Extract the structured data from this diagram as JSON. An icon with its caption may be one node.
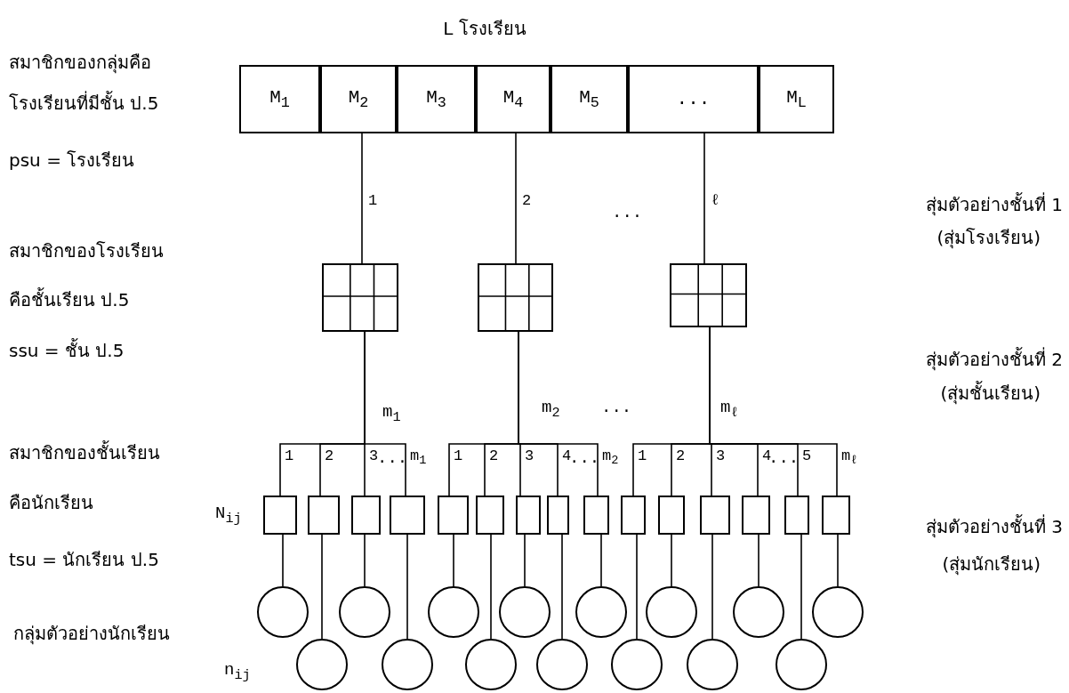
{
  "diagram": {
    "nodes": [
      {
        "text": [
          "M$_{1}$"
        ]
      },
      {
        "text": [
          "M$_{2}$"
        ]
      },
      {
        "text": [
          "M$_{3}$"
        ]
      },
      {
        "text": [
          "M$_{4}$"
        ]
      },
      {
        "text": [
          "M$_{5}$"
        ]
      },
      {
        "text": [
          "..."
        ]
      },
      {
        "text": [
          "M$_{L}$"
        ]
      },
      {
        "text": [],
        "shape": "box"
      },
      {
        "text": [],
        "shape": "box"
      },
      {
        "text": [],
        "shape": "box"
      },
      {
        "text": [],
        "shape": "box"
      },
      {
        "text": [],
        "shape": "box"
      },
      {
        "text": [],
        "shape": "box"
      },
      {
        "text": [],
        "shape": "box"
      },
      {
        "text": [],
        "shape": "box"
      },
      {
        "text": [],
        "shape": "box"
      },
      {
        "text": [],
        "shape": "box"
      },
      {
        "text": [],
        "shape": "box"
      },
      {
        "text": [],
        "shape": "box"
      },
      {
        "text": [],
        "shape": "box"
      },
      {
        "text": [],
        "shape": "box"
      },
      {
        "text": [],
        "shape": "box"
      },
      {
        "text": [],
        "shape": "box"
      },
      {
        "text": [],
        "shape": "box"
      },
      {
        "text": [],
        "shape": "box"
      },
      {
        "text": [],
        "shape": "circle"
      },
      {
        "text": [],
        "shape": "circle"
      },
      {
        "text": [],
        "shape": "circle"
      },
      {
        "text": [],
        "shape": "circle"
      },
      {
        "text": [],
        "shape": "circle"
      },
      {
        "text": [],
        "shape": "circle"
      },
      {
        "text": [],
        "shape": "circle"
      },
      {
        "text": [],
        "shape": "circle"
      },
      {
        "text": [],
        "shape": "circle"
      },
      {
        "text": [],
        "shape": "circle"
      },
      {
        "text": [],
        "shape": "circle"
      },
      {
        "text": [],
        "shape": "circle"
      },
      {
        "text": [],
        "shape": "circle"
      },
      {
        "text": [],
        "shape": "circle"
      },
      {
        "text": [],
        "shape": "circle"
      }
    ],
    "edges": [
      {
        "from": 1,
        "to": 7,
        "arrow": "none",
        "label": "1"
      },
      {
        "from": 3,
        "to": 8,
        "arrow": "none",
        "label": "2"
      },
      {
        "from": 5,
        "to": 9,
        "arrow": "none",
        "label": "ℓ"
      },
      {
        "from": 7,
        "to": 10,
        "arrow": "none",
        "label": "1"
      },
      {
        "from": 7,
        "to": 11,
        "arrow": "none",
        "label": "2"
      },
      {
        "from": 7,
        "to": 12,
        "arrow": "none",
        "label": "3"
      },
      {
        "from": 7,
        "to": 13,
        "arrow": "none",
        "label": "m$_{1}$"
      },
      {
        "from": 8,
        "to": 14,
        "arrow": "none",
        "label": "1"
      },
      {
        "from": 8,
        "to": 15,
        "arrow": "none",
        "label": "2"
      },
      {
        "from": 8,
        "to": 16,
        "arrow": "none",
        "label": "3"
      },
      {
        "from": 8,
        "to": 17,
        "arrow": "none",
        "label": "4"
      },
      {
        "from": 8,
        "to": 18,
        "arrow": "none",
        "label": "m$_{2}$"
      },
      {
        "from": 9,
        "to": 19,
        "arrow": "none",
        "label": "1"
      },
      {
        "from": 9,
        "to": 20,
        "arrow": "none",
        "label": "2"
      },
      {
        "from": 9,
        "to": 21,
        "arrow": "none",
        "label": "3"
      },
      {
        "from": 9,
        "to": 22,
        "arrow": "none",
        "label": "4"
      },
      {
        "from": 9,
        "to": 23,
        "arrow": "none",
        "label": "5"
      },
      {
        "from": 9,
        "to": 24,
        "arrow": "none",
        "label": "m$_{ℓ}$"
      },
      {
        "from": 10,
        "to": 25,
        "arrow": "none"
      },
      {
        "from": 11,
        "to": 26,
        "arrow": "none"
      },
      {
        "from": 12,
        "to": 27,
        "arrow": "none"
      },
      {
        "from": 13,
        "to": 28,
        "arrow": "none"
      },
      {
        "from": 14,
        "to": 29,
        "arrow": "none"
      },
      {
        "from": 15,
        "to": 30,
        "arrow": "none"
      },
      {
        "from": 16,
        "to": 31,
        "arrow": "none"
      },
      {
        "from": 17,
        "to": 32,
        "arrow": "none"
      },
      {
        "from": 18,
        "to": 33,
        "arrow": "none"
      },
      {
        "from": 19,
        "to": 34,
        "arrow": "none"
      },
      {
        "from": 20,
        "to": 35,
        "arrow": "none"
      },
      {
        "from": 21,
        "to": 36,
        "arrow": "none"
      },
      {
        "from": 22,
        "to": 37,
        "arrow": "none"
      },
      {
        "from": 23,
        "to": 38,
        "arrow": "none"
      },
      {
        "from": 24,
        "to": 39,
        "arrow": "none"
      }
    ],
    "labels": [
      "L โรงเรียน",
      "สมาชิกของกลุ่มคือ",
      "โรงเรียนที่มีชั้น ป.5",
      "psu = โรงเรียน",
      "...",
      "สุ่มตัวอย่างชั้นที่ 1",
      "(สุ่มโรงเรียน)",
      "สมาชิกของโรงเรียน",
      "คือชั้นเรียน ป.5",
      "ssu = ชั้น ป.5",
      "สุ่มตัวอย่างชั้นที่ 2",
      "m$_{1}$",
      "m$_{2}$",
      "...",
      "m$_{ℓ}$",
      "(สุ่มชั้นเรียน)",
      "สมาชิกของชั้นเรียน",
      "...",
      "...",
      "...",
      "คือนักเรียน",
      "N$_{ij}$",
      "สุ่มตัวอย่างชั้นที่ 3",
      "tsu = นักเรียน ป.5",
      "(สุ่มนักเรียน)",
      "กลุ่มตัวอย่างนักเรียน",
      "n$_{ij}$"
    ]
  }
}
